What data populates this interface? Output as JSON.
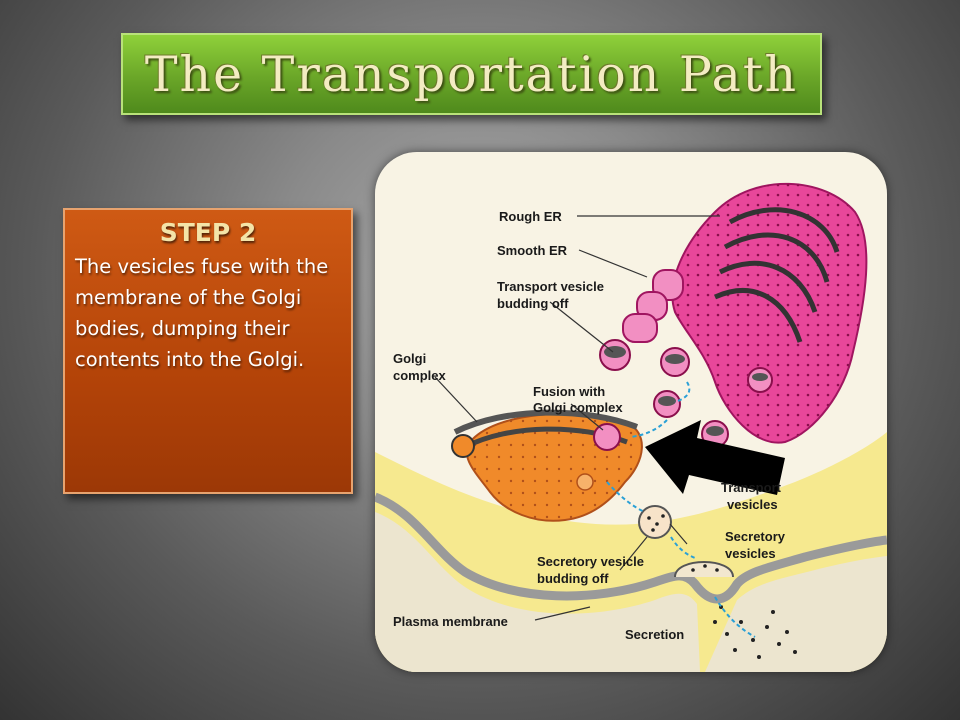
{
  "title": "The Transportation Path",
  "step": {
    "heading": "STEP 2",
    "body": "The vesicles fuse with the membrane of the Golgi bodies, dumping their contents into the Golgi."
  },
  "diagram": {
    "labels": {
      "rough_er": "Rough ER",
      "smooth_er": "Smooth ER",
      "transport_vesicle_1": "Transport vesicle",
      "transport_vesicle_2": "budding off",
      "golgi_1": "Golgi",
      "golgi_2": "complex",
      "fusion_1": "Fusion with",
      "fusion_2": "Golgi complex",
      "transport_vesicles_1": "Transport",
      "transport_vesicles_2": "vesicles",
      "secretory_vesicles_1": "Secretory",
      "secretory_vesicles_2": "vesicles",
      "secretory_budding_1": "Secretory vesicle",
      "secretory_budding_2": "budding off",
      "plasma_membrane": "Plasma membrane",
      "secretion": "Secretion"
    }
  },
  "colors": {
    "title_green": "#6aa628",
    "step_orange": "#b34308",
    "er_pink": "#e8479a",
    "golgi_orange": "#f08a2a",
    "cytoplasm_yellow": "#f7eb9a"
  }
}
